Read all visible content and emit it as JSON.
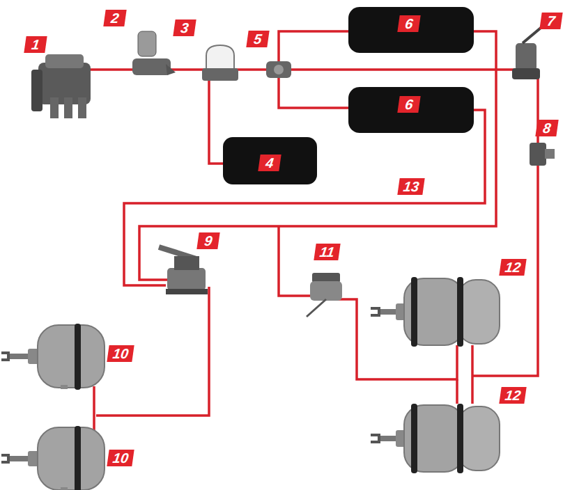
{
  "diagram": {
    "labels": [
      "1",
      "2",
      "3",
      "5",
      "6",
      "7",
      "6",
      "4",
      "8",
      "13",
      "9",
      "11",
      "12",
      "10",
      "12",
      "10"
    ]
  }
}
